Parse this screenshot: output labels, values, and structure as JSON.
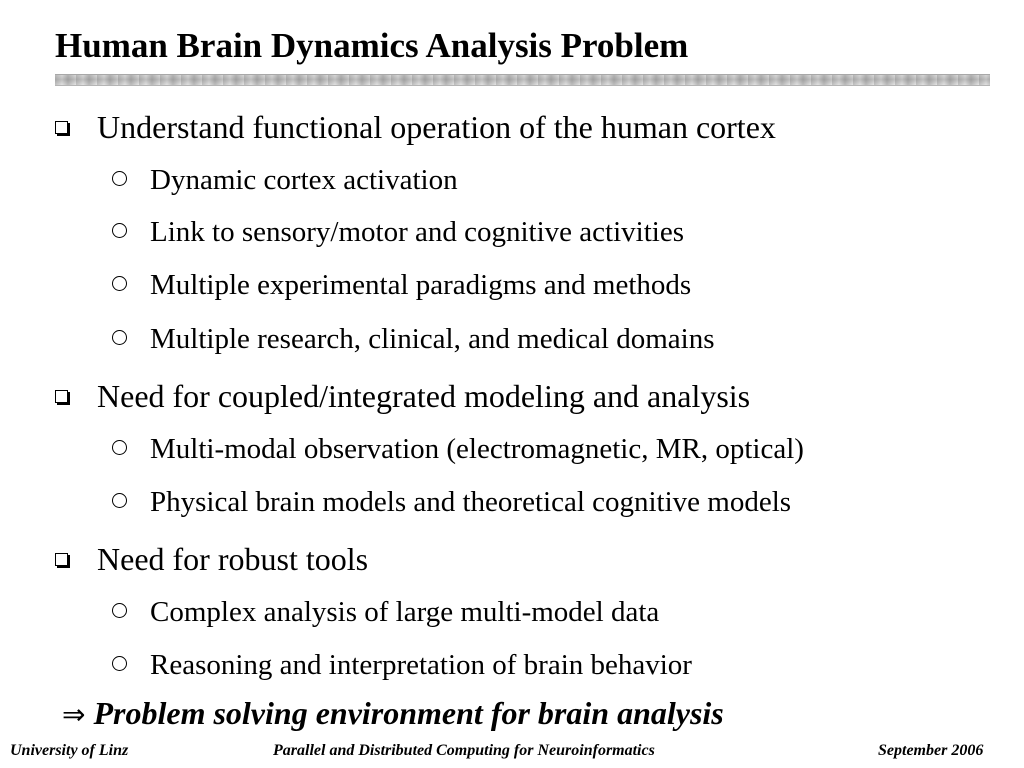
{
  "slide": {
    "title": "Human Brain Dynamics Analysis Problem",
    "bullets": [
      {
        "text": "Understand functional operation of the human cortex",
        "sub": [
          "Dynamic cortex activation",
          "Link to sensory/motor and cognitive activities",
          "Multiple experimental paradigms and methods",
          "Multiple research, clinical, and medical domains"
        ]
      },
      {
        "text": "Need for coupled/integrated modeling and analysis",
        "sub": [
          "Multi-modal observation (electromagnetic, MR, optical)",
          "Physical brain models and theoretical cognitive models"
        ]
      },
      {
        "text": "Need for robust tools",
        "sub": [
          "Complex analysis of large multi-model data",
          "Reasoning and interpretation of brain behavior"
        ]
      }
    ],
    "conclusion": {
      "arrow": "⇒",
      "text": "Problem solving environment for brain analysis"
    }
  },
  "footer": {
    "left": "University of Linz",
    "center": "Parallel and Distributed Computing for Neuroinformatics",
    "right": "September 2006"
  },
  "icons": {
    "bullet_level1": "square-bullet-icon",
    "bullet_level2": "circle-bullet-icon"
  }
}
